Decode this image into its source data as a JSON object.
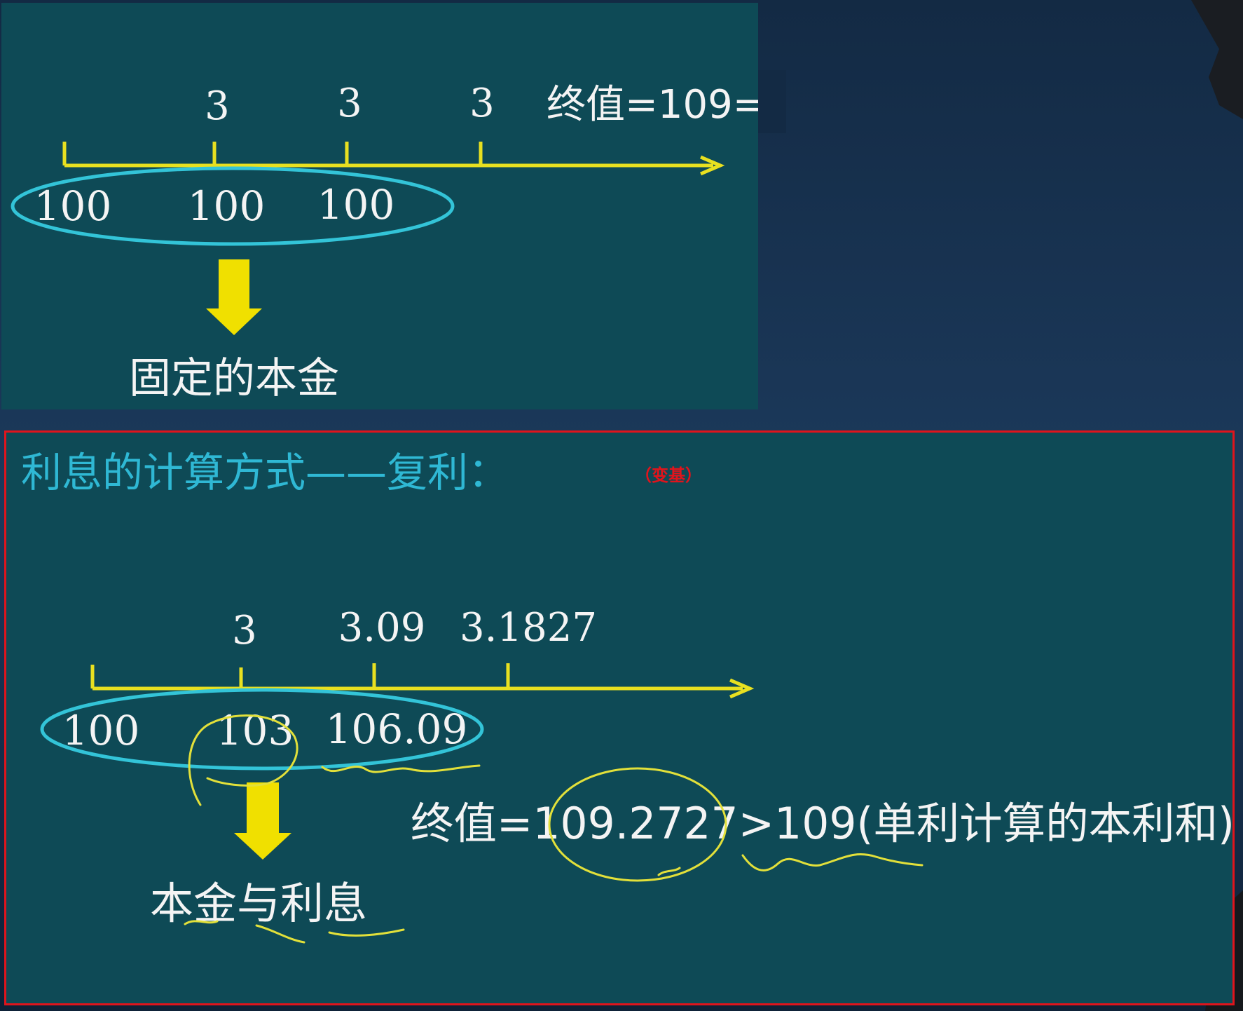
{
  "colors": {
    "panel": "#0e4a56",
    "axis": "#e8e020",
    "ellipse": "#33c4d8",
    "arrow": "#f0e000",
    "title": "#2fb8d4",
    "tag": "#e0141c",
    "text": "#f4f4f4",
    "highlight": "#e2e03a"
  },
  "simple_interest": {
    "interest": [
      "3",
      "3",
      "3"
    ],
    "principals": [
      "100",
      "100",
      "100"
    ],
    "final_value": "终值=109=",
    "principal_note": "固定的本金"
  },
  "compound_interest": {
    "title": "利息的计算方式——复利：",
    "tag": "（变基）",
    "interest": [
      "3",
      "3.09",
      "3.1827"
    ],
    "principals": [
      "100",
      "103",
      "106.09"
    ],
    "final_value": "终值=109.2727>109(单利计算的本利和)",
    "principal_note": "本金与利息"
  }
}
